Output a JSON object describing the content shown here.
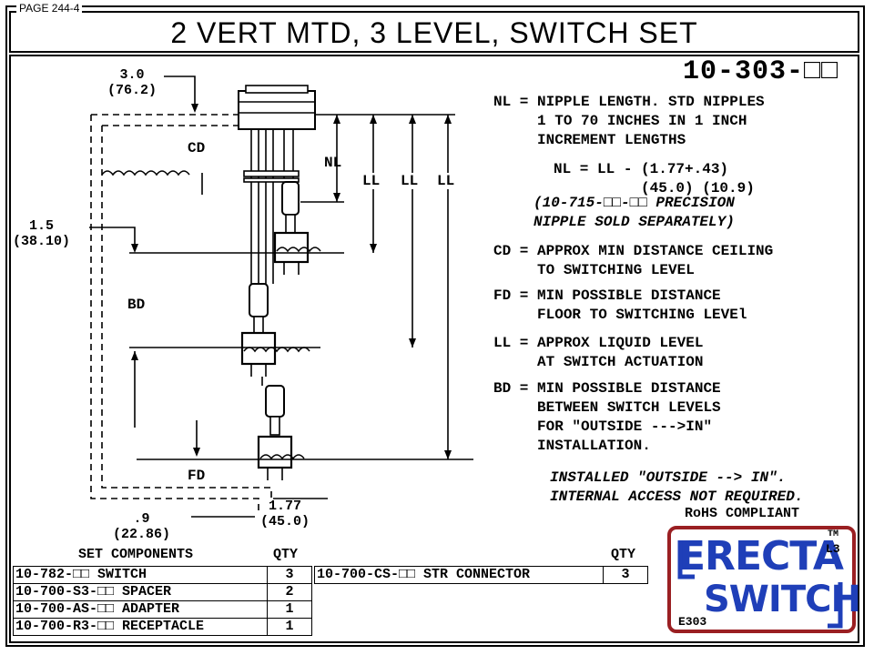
{
  "page_label": "PAGE 244-4",
  "title": "2 VERT MTD, 3 LEVEL, SWITCH SET",
  "part_number": "10-303-□□",
  "definitions": {
    "nl": "NL = NIPPLE LENGTH. STD NIPPLES\n     1 TO 70 INCHES IN 1 INCH\n     INCREMENT LENGTHS",
    "nl_formula": "NL = LL - (1.77+.43)\n          (45.0) (10.9)",
    "nl_note": "(10-715-□□-□□ PRECISION\nNIPPLE SOLD SEPARATELY)",
    "cd": "CD = APPROX MIN DISTANCE CEILING\n     TO SWITCHING LEVEL",
    "fd": "FD = MIN POSSIBLE DISTANCE\n     FLOOR TO SWITCHING LEVEl",
    "ll": "LL = APPROX LIQUID LEVEL\n     AT SWITCH ACTUATION",
    "bd": "BD = MIN POSSIBLE DISTANCE\n     BETWEEN SWITCH LEVELS\n     FOR \"OUTSIDE --->IN\"\n     INSTALLATION.",
    "install_note": "INSTALLED \"OUTSIDE --> IN\".\nINTERNAL ACCESS NOT REQUIRED."
  },
  "rohs": "RoHS COMPLIANT",
  "dimensions": {
    "top": "3.0\n(76.2)",
    "mid": "1.5\n(38.10)",
    "bottom_right": "1.77\n(45.0)",
    "bottom_left": ".9\n(22.86)"
  },
  "labels": {
    "cd": "CD",
    "bd": "BD",
    "fd": "FD",
    "nl": "NL",
    "ll1": "LL",
    "ll2": "LL",
    "ll3": "LL"
  },
  "components": {
    "header_set": "SET COMPONENTS",
    "header_qty": "QTY",
    "header_qty2": "QTY",
    "rows": [
      {
        "part": "10-782-□□ SWITCH",
        "qty": "3"
      },
      {
        "part": "10-700-S3-□□ SPACER",
        "qty": "2"
      },
      {
        "part": "10-700-AS-□□ ADAPTER",
        "qty": "1"
      },
      {
        "part": "10-700-R3-□□ RECEPTACLE",
        "qty": "1"
      }
    ],
    "extra": {
      "part": "10-700-CS-□□ STR CONNECTOR",
      "qty": "3"
    }
  },
  "logo": {
    "word1": "ERECTA",
    "word2": "SWITCH",
    "tm": "TM",
    "level": "L3",
    "code": "E303",
    "color_blue": "#1f3fb8",
    "color_red": "#9a1f22"
  }
}
